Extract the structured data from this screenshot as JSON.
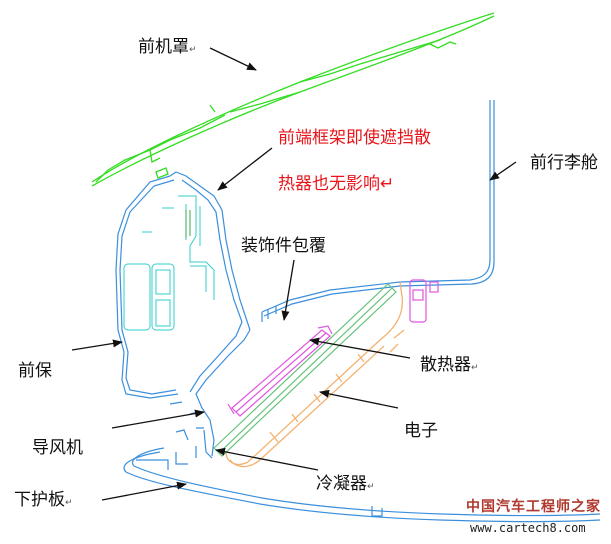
{
  "colors": {
    "label": "#111111",
    "note": "#e8161b",
    "hood": "#33dd22",
    "body_outline": "#3b8fdc",
    "radiator": "#e055e0",
    "condenser": "#66c27a",
    "electronics": "#f3b271",
    "trim": "#33cccc",
    "arrow": "#111111"
  },
  "labels": {
    "hood": "前机罩",
    "bumper": "前保",
    "fan": "导风机",
    "lower_guard": "下护板",
    "trim_cover": "装饰件包覆",
    "luggage": "前行李舱",
    "radiator": "散热器",
    "electronics": "电子",
    "condenser": "冷凝器",
    "paragraph_mark": "↵"
  },
  "note": {
    "line1": "前端框架即使遮挡散",
    "line2": "热器也无影响↵"
  },
  "watermark": {
    "title": "中国汽车工程师之家",
    "url": "www.cartech8.com"
  }
}
